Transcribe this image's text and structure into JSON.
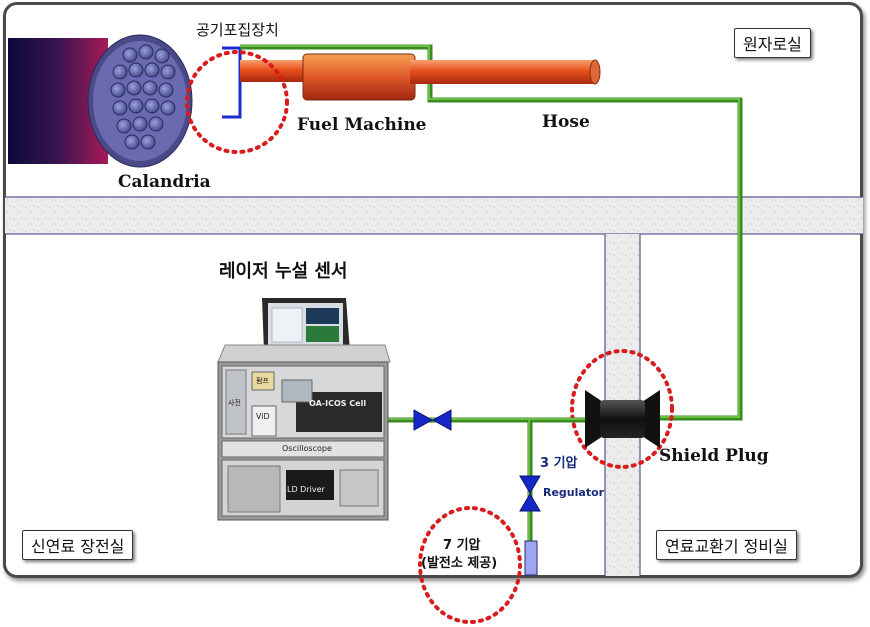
{
  "rooms": {
    "reactor": "원자로실",
    "new_fuel": "신연료 장전실",
    "fuel_maint": "연료교환기 정비실"
  },
  "components": {
    "air_trap": "공기포집장치",
    "calandria": "Calandria",
    "fuel_machine": "Fuel Machine",
    "hose": "Hose",
    "laser_sensor": "레이저 누설 센서",
    "shield_plug": "Shield Plug",
    "regulator": "Regulator",
    "pressure_3": "3 기압",
    "pressure_7_line1": "7 기압",
    "pressure_7_line2": "(발전소 제공)"
  },
  "instrument_labels": {
    "oa_icos": "OA-ICOS Cell",
    "oscilloscope": "Oscilloscope",
    "ld_driver": "LD Driver",
    "vid": "ViD",
    "pump": "펌프",
    "left_tag": "사전"
  },
  "colors": {
    "pipe_green": "#3a8a22",
    "valve_blue": "#1428c8",
    "dotted_red": "#d81c1c",
    "wall_fill": "#e6e6e6"
  }
}
